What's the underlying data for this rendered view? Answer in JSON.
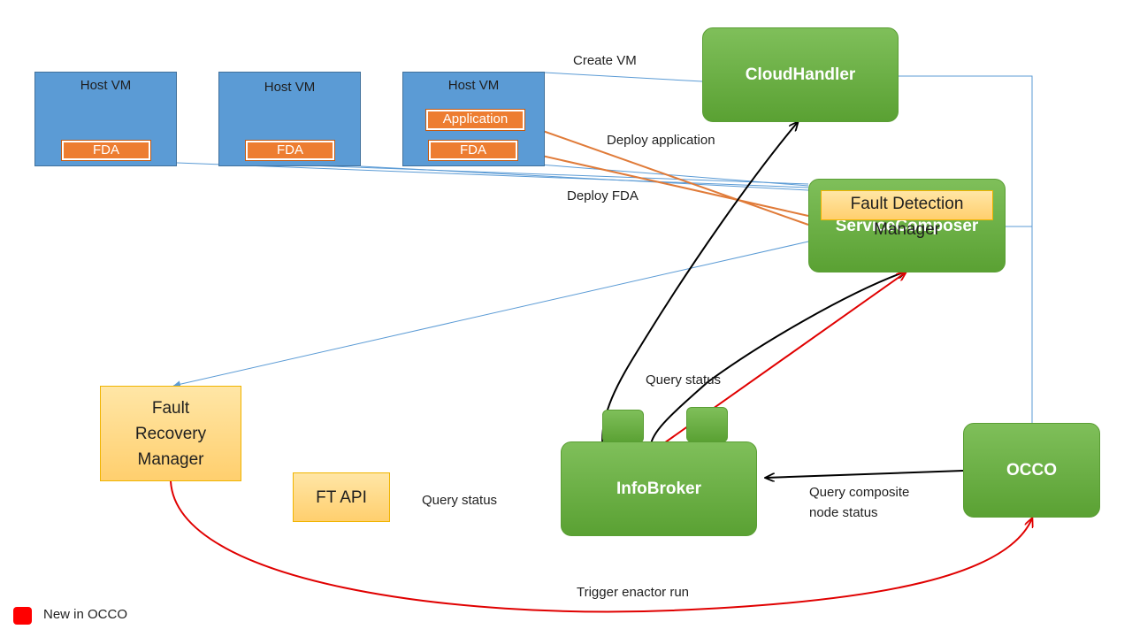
{
  "host_vms": [
    {
      "title": "Host VM",
      "fda": "FDA"
    },
    {
      "title": "Host VM",
      "fda": "FDA"
    },
    {
      "title": "Host VM",
      "application": "Application",
      "fda": "FDA"
    }
  ],
  "components": {
    "cloud_handler": "CloudHandler",
    "service_composer": "ServiceComposer",
    "fault_detection_manager": "Fault Detection Manager",
    "fault_recovery_manager": "Fault Recovery Manager",
    "ft_api": "FT API",
    "info_broker": "InfoBroker",
    "occo": "OCCO"
  },
  "edge_labels": {
    "create_vm": "Create VM",
    "deploy_application": "Deploy application",
    "deploy_fda": "Deploy FDA",
    "query_status_upper": "Query status",
    "query_status_lower": "Query status",
    "query_composite_line1": "Query composite",
    "query_composite_line2": "node status",
    "trigger_enactor_run": "Trigger enactor run"
  },
  "legend": {
    "label": "New in OCCO",
    "color": "#ff0000"
  },
  "colors": {
    "host_vm": "#5b9bd5",
    "fda": "#ed7d31",
    "component_green": "#70ad47",
    "manager_yellow": "#ffd97a",
    "new_edge_red": "#e00000",
    "flow_black": "#000000",
    "link_blue": "#5b9bd5"
  }
}
